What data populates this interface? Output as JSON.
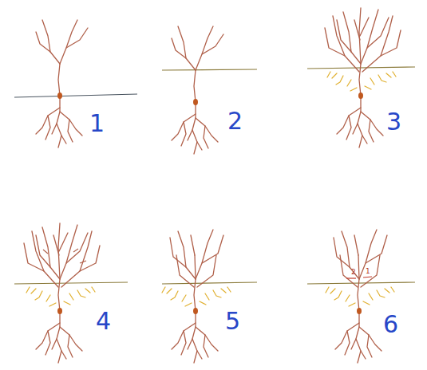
{
  "diagram": {
    "labels": [
      "1",
      "2",
      "3",
      "4",
      "5",
      "6",
      "2",
      "1"
    ]
  }
}
